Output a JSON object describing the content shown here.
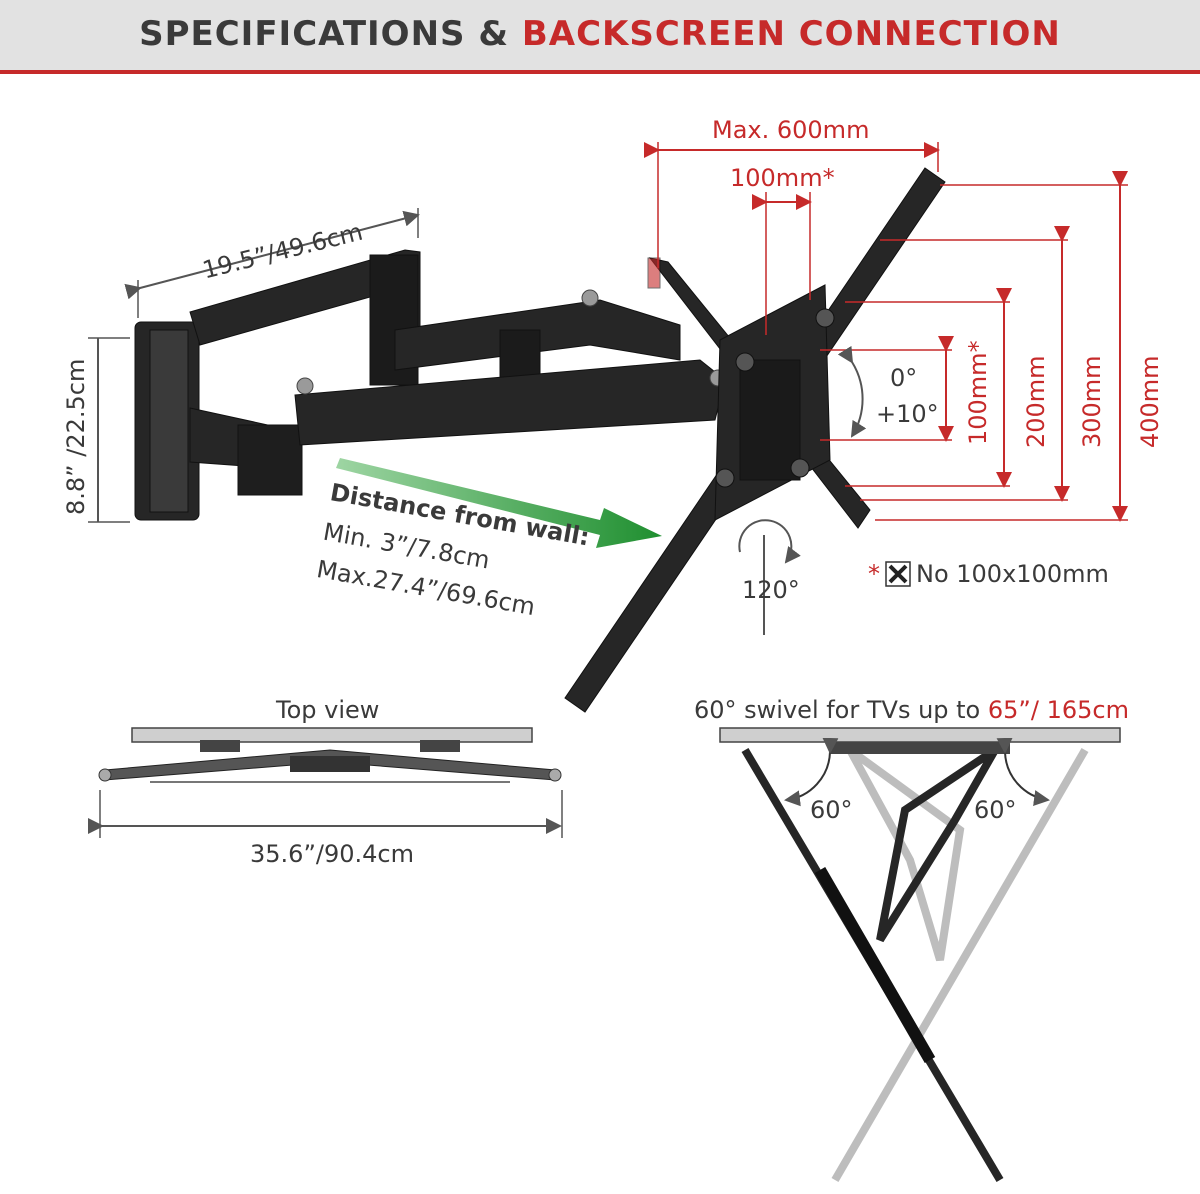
{
  "header": {
    "title_main": "SPECIFICATIONS & ",
    "title_accent": "BACKSCREEN CONNECTION"
  },
  "dimensions": {
    "arm_length": "19.5”/49.6cm",
    "wall_plate_height": "8.8” /22.5cm",
    "vesa_max_width": "Max. 600mm",
    "vesa_min_width": "100mm*",
    "tilt_top": "0°",
    "tilt_bottom": "+10°",
    "vesa_h_100": "100mm*",
    "vesa_h_200": "200mm",
    "vesa_h_300": "300mm",
    "vesa_h_400": "400mm",
    "rotation": "120°",
    "note_star": "*",
    "note_text": "No 100x100mm"
  },
  "distance": {
    "title": "Distance from wall:",
    "min": "Min. 3”/7.8cm",
    "max": "Max.27.4”/69.6cm"
  },
  "top_view": {
    "title": "Top view",
    "width": "35.6”/90.4cm"
  },
  "swivel": {
    "title_main": "60° swivel for TVs up to ",
    "title_accent": "65”/ 165cm",
    "left_angle": "60°",
    "right_angle": "60°"
  },
  "colors": {
    "accent_red": "#c62a2a",
    "arrow_green": "#2f9a3c",
    "mount_black": "#262626"
  }
}
